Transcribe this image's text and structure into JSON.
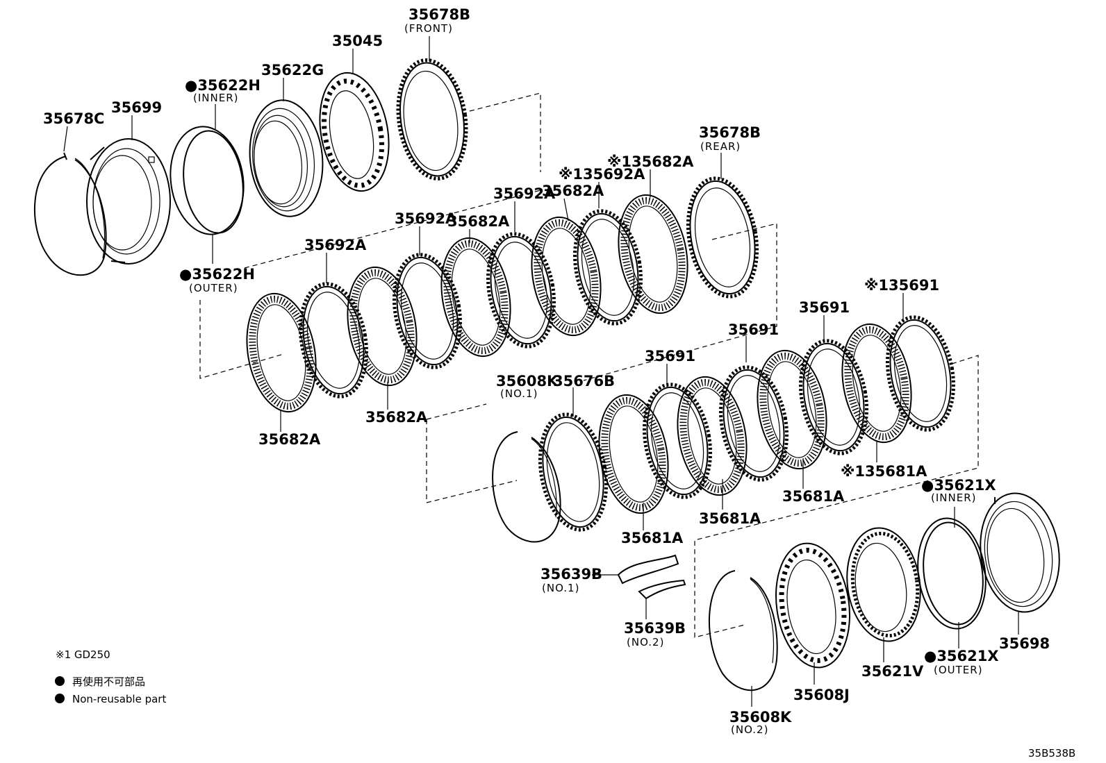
{
  "drawing_code": "35B538B",
  "legend": {
    "note1": "※1 GD250",
    "nonreusable_jp": "再使用不可部品",
    "nonreusable_en": "Non-reusable part"
  },
  "parts": {
    "p35678C": "35678C",
    "p35699": "35699",
    "p35622H_inner": "●35622H",
    "p35622H_inner_sub": "(INNER)",
    "p35622G": "35622G",
    "p35045": "35045",
    "p35678B_front": "35678B",
    "p35678B_front_sub": "(FRONT)",
    "p35622H_outer": "●35622H",
    "p35622H_outer_sub": "(OUTER)",
    "p35692A_a": "35692A",
    "p35692A_b": "35692A",
    "p35682A_a": "35682A",
    "p35692A_c": "35692A",
    "p35682A_b": "35682A",
    "p35692A_d": "※135692A",
    "p35682A_c": "※135682A",
    "p35678B_rear": "35678B",
    "p35678B_rear_sub": "(REAR)",
    "p35682A_d": "35682A",
    "p35682A_e": "35682A",
    "p35608K_no1": "35608K",
    "p35608K_no1_sub": "(NO.1)",
    "p35676B": "35676B",
    "p35691_a": "35691",
    "p35691_b": "35691",
    "p35691_c": "35691",
    "p35691_d": "※135691",
    "p35681A_a": "※135681A",
    "p35681A_b": "35681A",
    "p35681A_c": "35681A",
    "p35681A_d": "35681A",
    "p35639B_no1": "35639B",
    "p35639B_no1_sub": "(NO.1)",
    "p35639B_no2": "35639B",
    "p35639B_no2_sub": "(NO.2)",
    "p35621X_inner": "●35621X",
    "p35621X_inner_sub": "(INNER)",
    "p35621X_outer": "●35621X",
    "p35621X_outer_sub": "(OUTER)",
    "p35698": "35698",
    "p35621V": "35621V",
    "p35608J": "35608J",
    "p35608K_no2": "35608K",
    "p35608K_no2_sub": "(NO.2)"
  }
}
